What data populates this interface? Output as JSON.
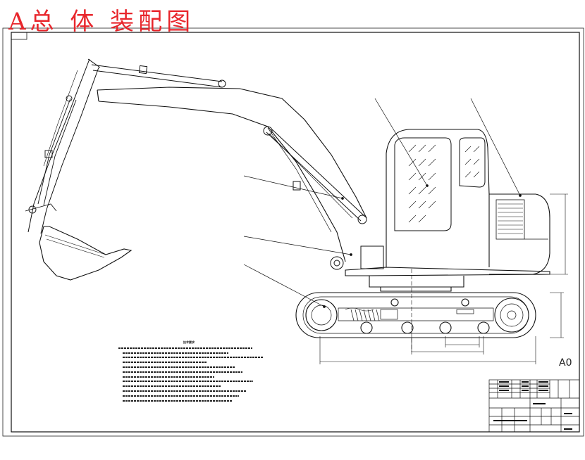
{
  "overlay_title": "A总 体 装配图",
  "sheet_size": "A0",
  "tech_requirements": {
    "title": "技术要求",
    "lines": [
      "",
      "",
      "",
      "",
      "",
      "",
      "",
      "",
      "",
      "",
      "",
      ""
    ]
  },
  "colors": {
    "title_red": "#e8262c",
    "ink": "#111111"
  }
}
